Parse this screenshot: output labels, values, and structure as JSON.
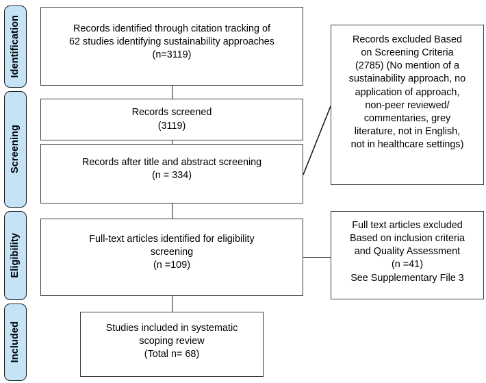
{
  "diagram": {
    "type": "prisma-flow-diagram",
    "accent_color": "#c5e3f7",
    "border_color": "#3a3a3a",
    "background_color": "#ffffff"
  },
  "stages": [
    {
      "id": "identification",
      "label": "Identification"
    },
    {
      "id": "screening",
      "label": "Screening"
    },
    {
      "id": "eligibility",
      "label": "Eligibility"
    },
    {
      "id": "included",
      "label": "Included"
    }
  ],
  "boxes": {
    "identified": {
      "text": "Records identified through citation tracking of\n62 studies identifying sustainability approaches\n(n=3119)",
      "count": 3119
    },
    "screened": {
      "text": "Records screened\n(3119)",
      "count": 3119
    },
    "after_title_abstract": {
      "text": "Records after title and abstract screening\n(n = 334)",
      "count": 334
    },
    "excluded_screening": {
      "text": "Records excluded Based\non Screening Criteria\n(2785) (No mention of a\nsustainability approach, no\napplication of approach,\nnon-peer reviewed/\ncommentaries, grey\nliterature, not in English,\nnot in healthcare settings)",
      "count": 2785
    },
    "full_text_eligibility": {
      "text": "Full-text articles identified for eligibility\nscreening\n(n =109)",
      "count": 109
    },
    "excluded_fulltext": {
      "text": "Full text articles excluded\nBased on inclusion criteria\nand Quality Assessment\n(n =41)\nSee Supplementary File 3",
      "count": 41
    },
    "included_final": {
      "text": "Studies included in systematic\nscoping review\n(Total n= 68)",
      "count": 68
    }
  }
}
